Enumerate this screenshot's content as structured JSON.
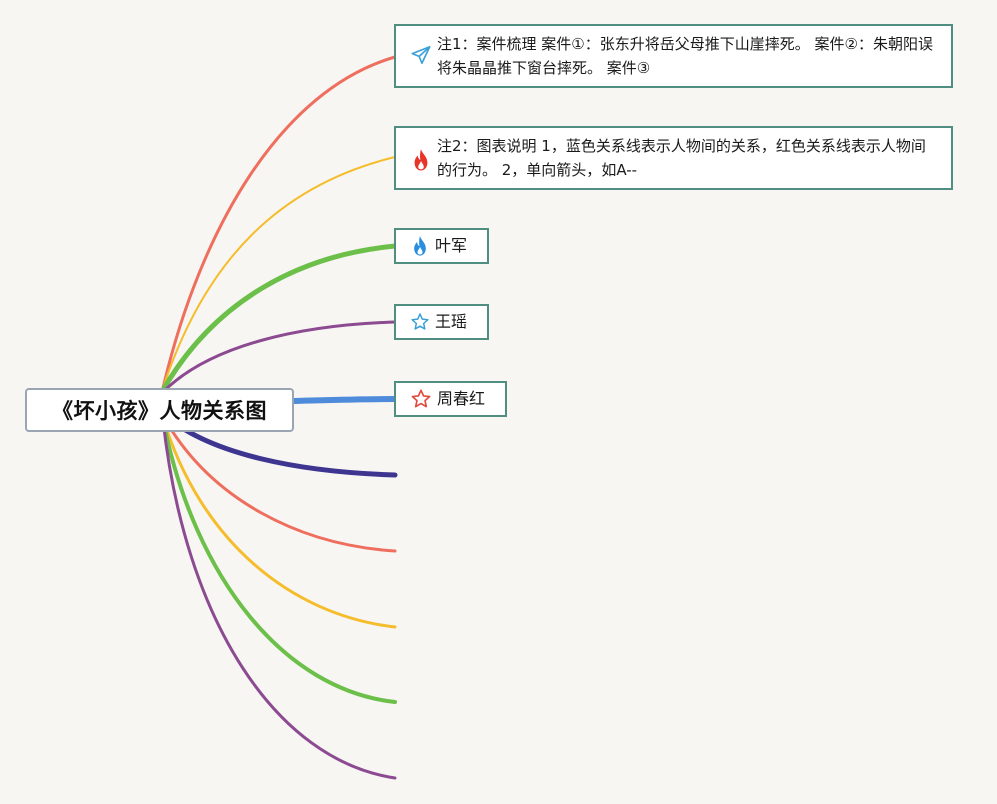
{
  "title": "《坏小孩》人物关系图",
  "nodes": [
    {
      "id": "note1",
      "icon": "paper-plane-icon",
      "text": "注1：案件梳理 案件①：张东升将岳父母推下山崖摔死。 案件②：朱朝阳误将朱晶晶推下窗台摔死。 案件③"
    },
    {
      "id": "note2",
      "icon": "fire-red-icon",
      "text": "注2：图表说明 1，蓝色关系线表示人物间的关系，红色关系线表示人物间的行为。 2，单向箭头，如A--"
    },
    {
      "id": "yejun",
      "icon": "fire-blue-icon",
      "text": "叶军"
    },
    {
      "id": "wangyao",
      "icon": "star-outline-blue-icon",
      "text": "王瑶"
    },
    {
      "id": "zhouchunhong",
      "icon": "star-outline-red-icon",
      "text": "周春红"
    }
  ],
  "branch_colors": {
    "note1": "#ef6f5e",
    "note2": "#f5bd2c",
    "yejun": "#6cc04a",
    "wangyao": "#8c4a91",
    "zhouchunhong": "#4f8bdb",
    "empty1": "#3d3590",
    "empty2": "#ef6f5e",
    "empty3": "#f5bd2c",
    "empty4": "#6cc04a",
    "empty5": "#8c4a91"
  },
  "icon_colors": {
    "paper_plane": "#3aa0d8",
    "fire_red": "#e8352a",
    "fire_blue": "#2a8ee0",
    "star_blue": "#3aa0d8",
    "star_red": "#e24a3e"
  },
  "colors": {
    "background": "#f7f6f3",
    "node_border": "#4f8e80",
    "root_border": "#9aa5b4"
  }
}
